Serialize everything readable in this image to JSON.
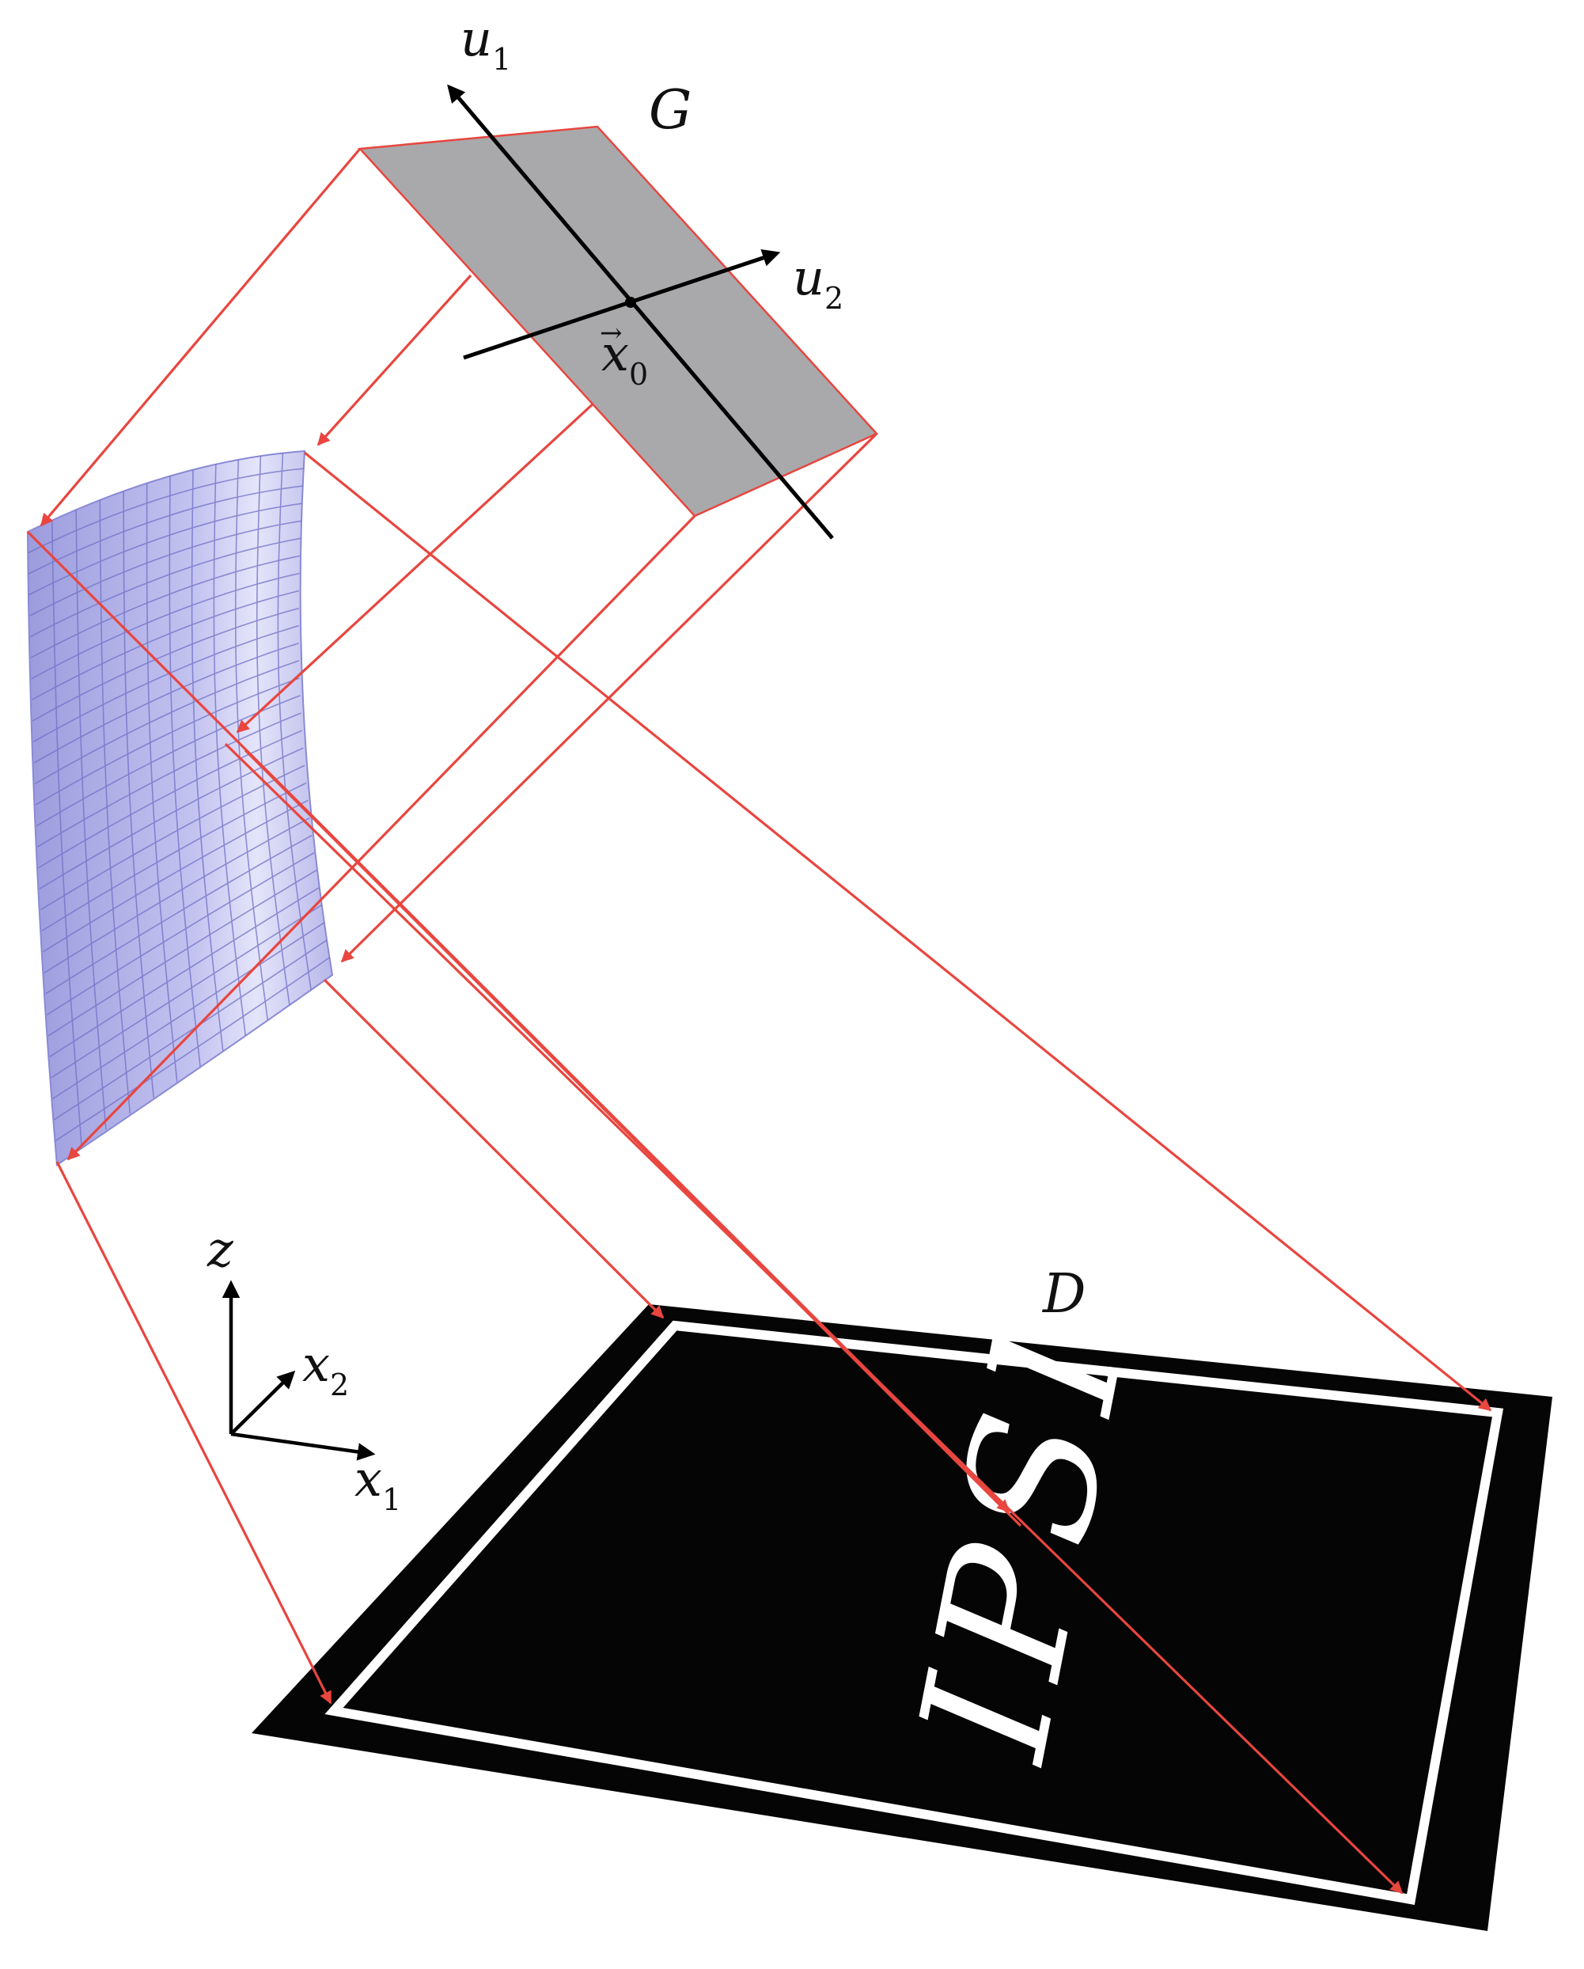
{
  "labels": {
    "plane": "G",
    "target": "D",
    "axis_u1": {
      "main": "u",
      "sub": "1"
    },
    "axis_u2": {
      "main": "u",
      "sub": "2"
    },
    "origin": {
      "arrow": "→",
      "main": "x",
      "sub": "0"
    },
    "axis_z": "z",
    "axis_x2": {
      "main": "x",
      "sub": "2"
    },
    "axis_x1": {
      "main": "x",
      "sub": "1"
    }
  },
  "logo_text": "IPSI",
  "colors": {
    "ray": "#e8463f",
    "plane_fill": "#a9a9ab",
    "surface_fill": "#b3b3ea",
    "grid_line": "#7a7ad0",
    "target_fill": "#050505",
    "target_border": "#ffffff",
    "axis": "#000000"
  }
}
